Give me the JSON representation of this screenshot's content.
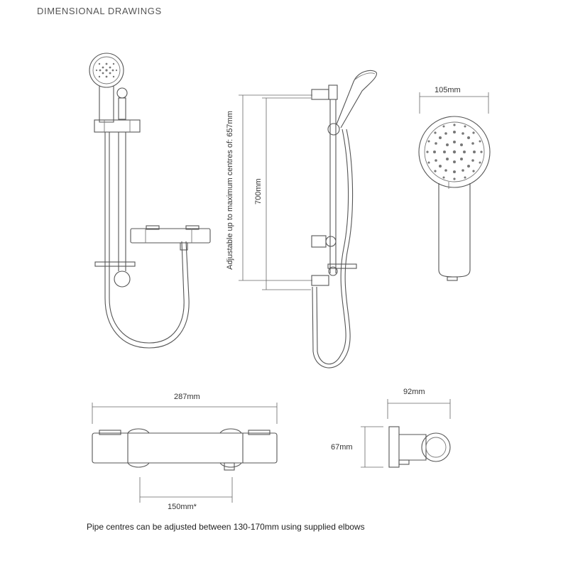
{
  "heading": "DIMENSIONAL DRAWINGS",
  "dimensions": {
    "handset_width": "105mm",
    "mixer_length": "287mm",
    "pipe_centres": "150mm*",
    "mixer_depth": "92mm",
    "mixer_height": "67mm",
    "rail_length": "700mm",
    "adjustable_note": "Adjustable up to maximum centres of: 657mm"
  },
  "footnote": "Pipe centres can be adjusted between 130-170mm using supplied elbows"
}
